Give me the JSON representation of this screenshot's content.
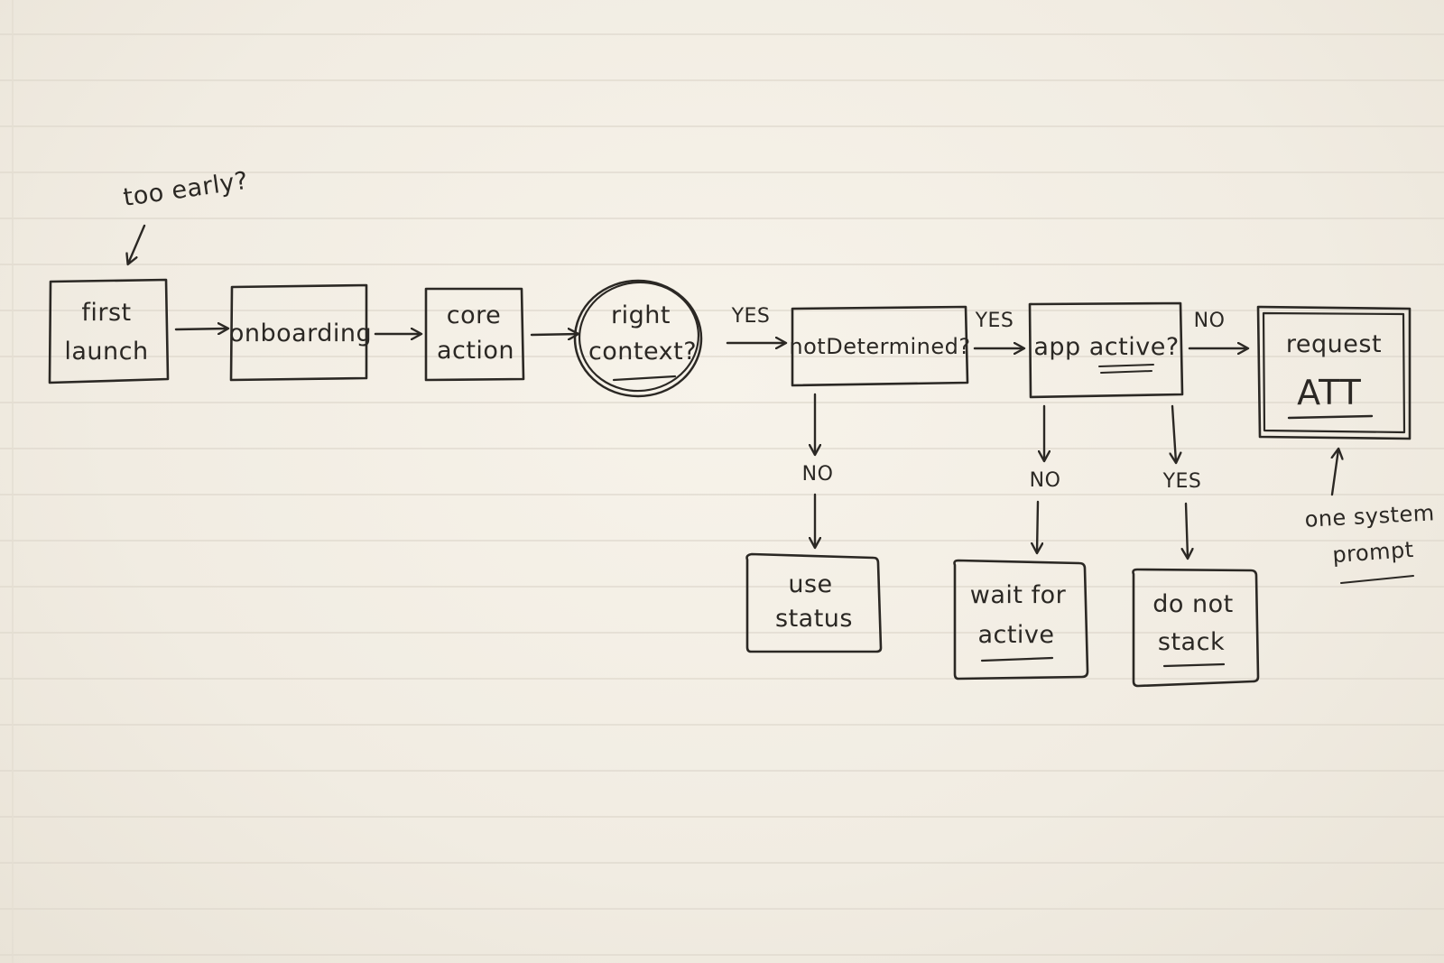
{
  "nodes": {
    "first_launch": {
      "line1": "first",
      "line2": "launch"
    },
    "onboarding": {
      "line1": "onboarding"
    },
    "core_action": {
      "line1": "core",
      "line2": "action"
    },
    "right_context": {
      "line1": "right",
      "line2": "context?"
    },
    "not_determined": {
      "line1": "notDetermined?"
    },
    "app_active": {
      "line1": "app active?"
    },
    "request_att": {
      "line1": "request",
      "line2": "ATT"
    },
    "use_status": {
      "line1": "use",
      "line2": "status"
    },
    "wait_for_active": {
      "line1": "wait for",
      "line2": "active"
    },
    "do_not_stack": {
      "line1": "do not",
      "line2": "stack"
    }
  },
  "edge_labels": {
    "right_context_yes": "YES",
    "not_determined_yes": "YES",
    "app_active_no": "NO",
    "not_determined_no": "NO",
    "app_active_no_down": "NO",
    "app_active_yes_down": "YES"
  },
  "annotations": {
    "too_early": "too early?",
    "one_system": "one system",
    "prompt": "prompt"
  },
  "colors": {
    "ink": "#2b2824",
    "paper": "#f3efe6",
    "rule_line": "#d9d3c8"
  }
}
